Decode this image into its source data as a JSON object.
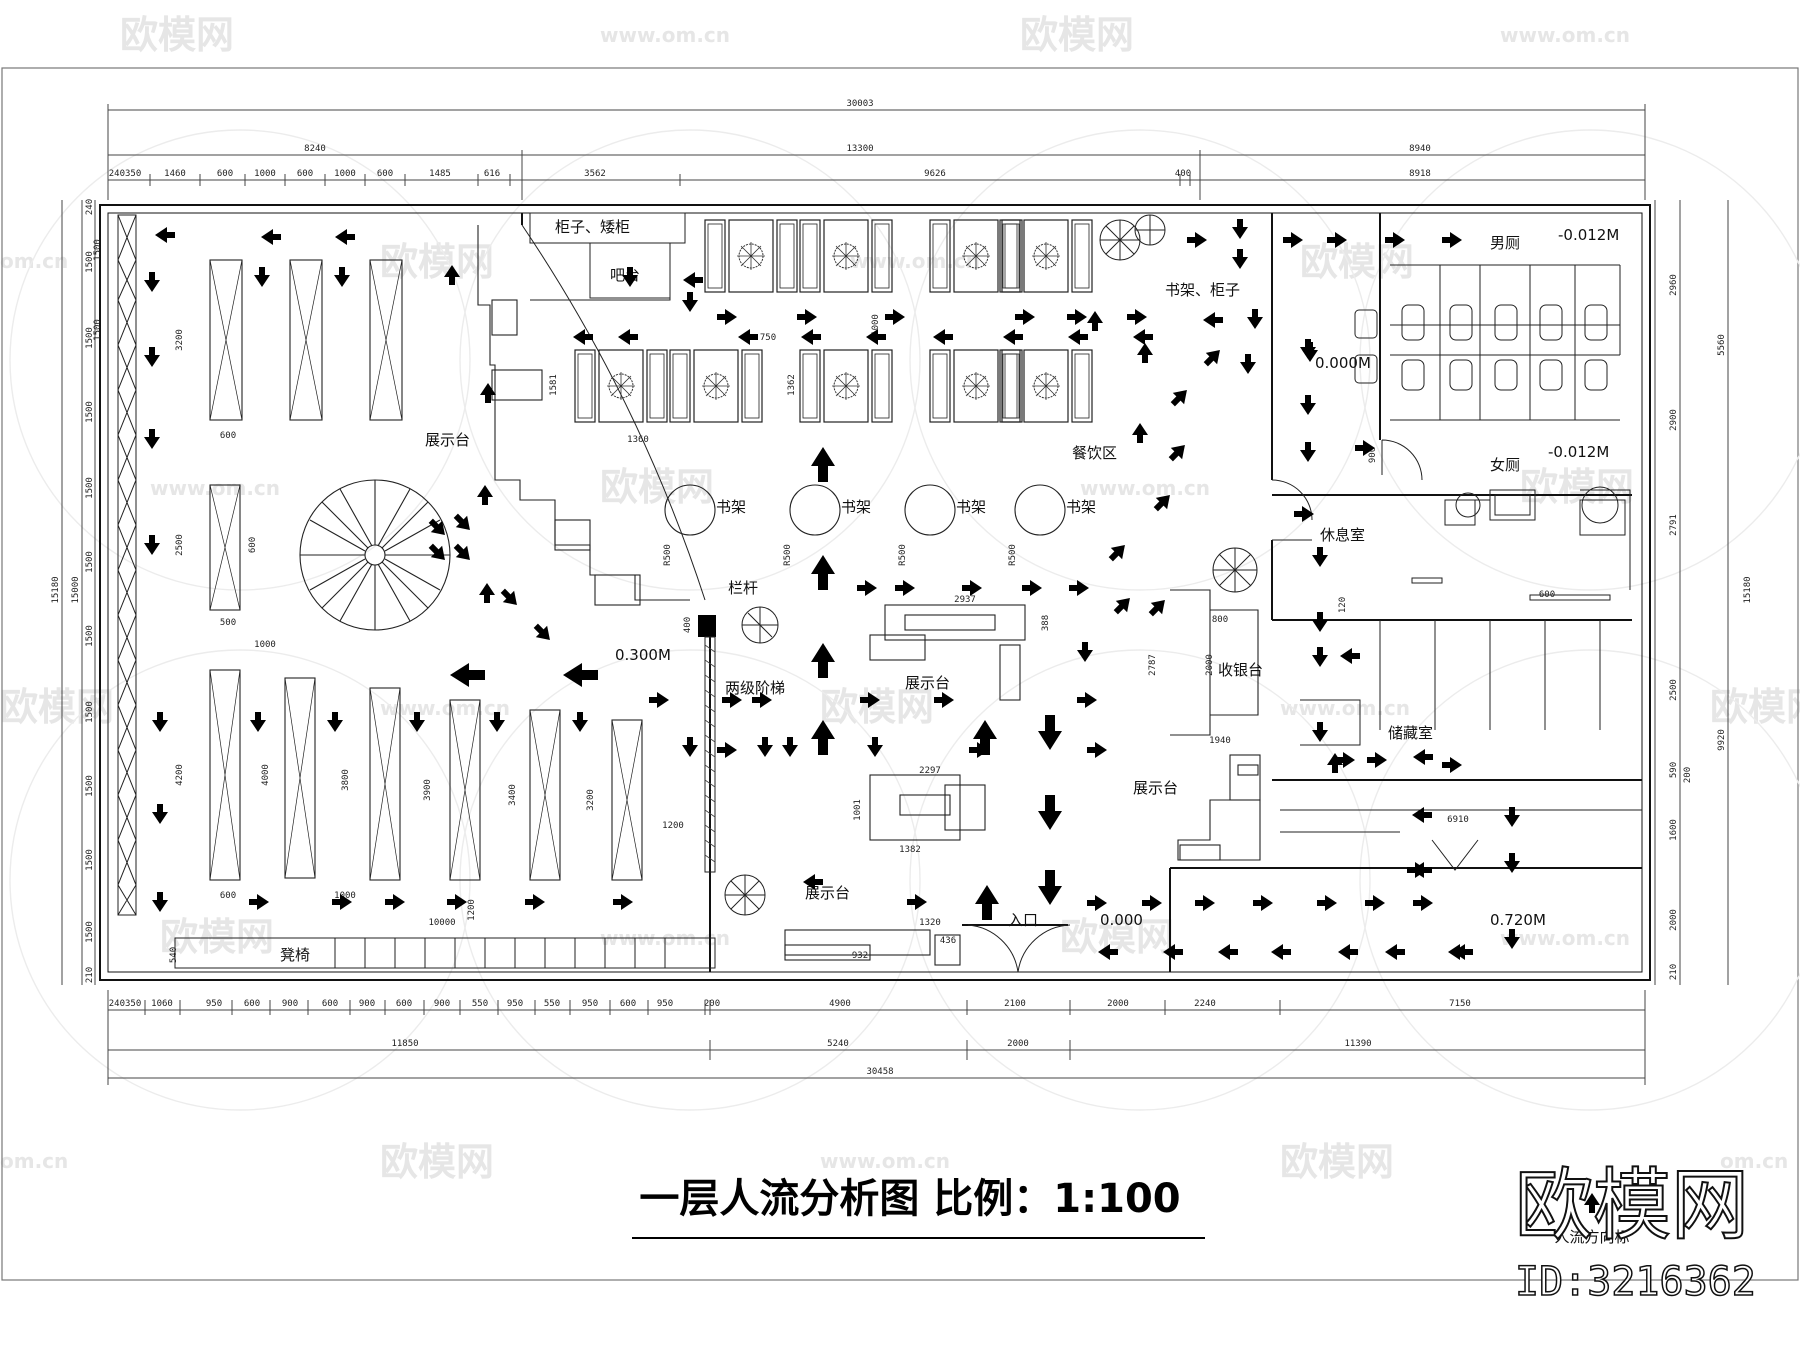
{
  "title": "一层人流分析图 比例：1:100",
  "legend_label": "人流方向标",
  "logo": {
    "text": "欧模网",
    "id": "ID:3216362"
  },
  "watermark": {
    "brand": "欧模网",
    "url": "www.om.cn",
    "short": "om.cn"
  },
  "rooms": {
    "men_wc": "男厕",
    "women_wc": "女厕",
    "dining": "餐饮区",
    "rest": "休息室",
    "storage": "储藏室",
    "cashier": "收银台",
    "display_a": "展示台",
    "display_b": "展示台",
    "display_c": "展示台",
    "display_d": "展示台",
    "cabinet": "柜子、矮柜",
    "bar": "吧台",
    "shelf_cabinet": "书架、柜子",
    "railing": "栏杆",
    "stair": "两级阶梯",
    "entrance": "入口",
    "bench": "凳椅",
    "bookshelf": "书架"
  },
  "levels": {
    "l1": "0.300M",
    "l2": "0.000",
    "l3": "0.720M",
    "l4": "-0.012M",
    "l5": "-0.012M",
    "l6": "0.000M"
  },
  "dims_top": {
    "overall": "30003",
    "a": "8240",
    "b": "13300",
    "c": "8940",
    "row": [
      "240350",
      "1460",
      "600",
      "1000",
      "600",
      "1000",
      "600",
      "1485",
      "616",
      "3562",
      "9626",
      "400",
      "8918"
    ]
  },
  "dims_bottom": {
    "row": [
      "240350",
      "1060",
      "950",
      "600",
      "900",
      "600",
      "900",
      "600",
      "900",
      "550",
      "950",
      "550",
      "950",
      "600",
      "950",
      "200",
      "4900",
      "2100",
      "2000",
      "2240",
      "7150"
    ],
    "mid": [
      "11850",
      "5240",
      "2000",
      "11390"
    ],
    "overall": "30458"
  },
  "dims_left": [
    "240",
    "1500",
    "1500",
    "1500",
    "1500",
    "1500",
    "1500",
    "1500",
    "1500",
    "1500",
    "1500",
    "210",
    "15180",
    "15000"
  ],
  "dims_right": [
    "2960",
    "5560",
    "2900",
    "2791",
    "2500",
    "590",
    "200",
    "1600",
    "2000",
    "210",
    "9920",
    "15180"
  ],
  "dims_inner": [
    "3200",
    "600",
    "2500",
    "600",
    "500",
    "1000",
    "4200",
    "4000",
    "3800",
    "3900",
    "3400",
    "3200",
    "600",
    "1000",
    "1200",
    "10000",
    "1200",
    "540",
    "1500",
    "1500",
    "750",
    "1360",
    "1362",
    "1000",
    "1581",
    "R500",
    "R500",
    "R500",
    "R500",
    "2937",
    "388",
    "2297",
    "1001",
    "1382",
    "1320",
    "436",
    "932",
    "400",
    "800",
    "2000",
    "2787",
    "1940",
    "600",
    "120",
    "900",
    "6910"
  ]
}
